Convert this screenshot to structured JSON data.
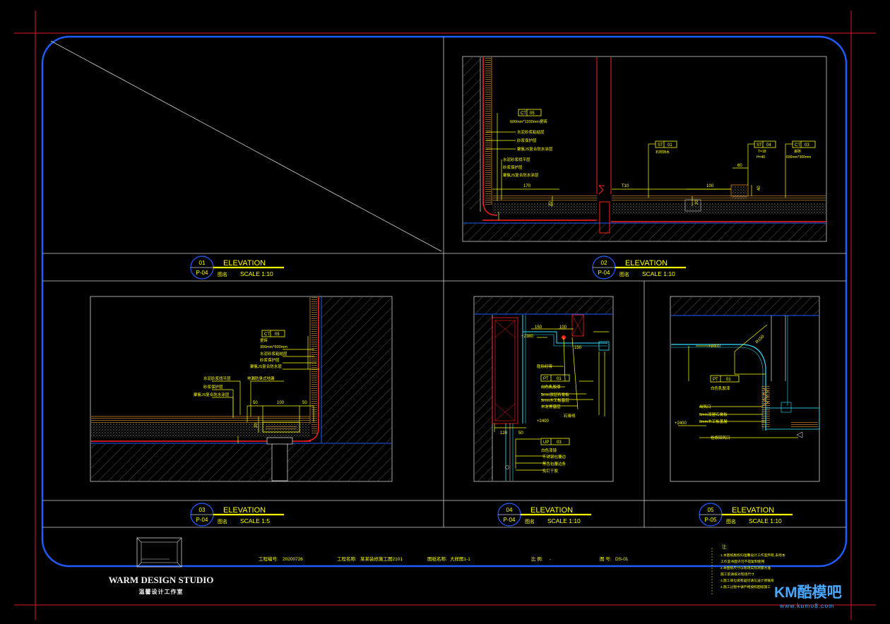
{
  "colors": {
    "background": "#000000",
    "frame_blue": "#1f5cff",
    "grid_white": "#e8e8e8",
    "yellow": "#ffff00",
    "red": "#ff2020",
    "crop_red": "#e0142a",
    "hatch_gray": "#9a9a9a",
    "cyan": "#30e0ff",
    "panel_bg": "#000000"
  },
  "panels": [
    {
      "num": "01",
      "sheet": "P-04",
      "label": "ELEVATION",
      "sub": "图名",
      "scale": "SCALE 1:10"
    },
    {
      "num": "02",
      "sheet": "P-04",
      "label": "ELEVATION",
      "sub": "图名",
      "scale": "SCALE 1:10"
    },
    {
      "num": "03",
      "sheet": "P-04",
      "label": "ELEVATION",
      "sub": "图名",
      "scale": "SCALE 1:5"
    },
    {
      "num": "04",
      "sheet": "P-04",
      "label": "ELEVATION",
      "sub": "图名",
      "scale": "SCALE 1:10"
    },
    {
      "num": "05",
      "sheet": "P-05",
      "label": "ELEVATION",
      "sub": "图名",
      "scale": "SCALE 1:10"
    }
  ],
  "drawing02": {
    "tag_a": {
      "code": "CT",
      "num": "05"
    },
    "tag_a_note": "600mm*1200mm瓷砖",
    "notes_left": [
      "水泥砂浆粘结层",
      "砂浆保护层",
      "聚氨JS复合防水涂层",
      "水泥砂浆找平层",
      "砂浆保护层",
      "聚氨JS复合防水涂层"
    ],
    "tag_b": {
      "code": "ST",
      "num": "01"
    },
    "tag_b_note": "石材挡水",
    "tag_c": {
      "code": "ST",
      "num": "04"
    },
    "tag_c_note": "T=18",
    "tag_c_note2": "H=40",
    "tag_d": {
      "code": "CT",
      "num": "03"
    },
    "tag_d_note": "瓷砖",
    "tag_d_note2": "600mm*300mm",
    "dims": [
      "170",
      "T10",
      "100",
      "20",
      "20",
      "60",
      "40"
    ]
  },
  "drawing03": {
    "tag": {
      "code": "CT",
      "num": "05"
    },
    "notes_right": [
      "瓷砖",
      "300mm*600mm",
      "水泥砂浆粘结层",
      "砂浆保护层",
      "聚氨JS复合防水层"
    ],
    "notes_left": [
      "水泥砂浆找平层",
      "砂浆保护层",
      "聚氨JS复合防水涂层"
    ],
    "drain_note": "地漏防臭式地漏",
    "dims": [
      "50",
      "100",
      "50",
      "20"
    ]
  },
  "drawing04": {
    "tag1": {
      "code": "PT",
      "num": "01"
    },
    "tag1_note": "白色乳胶漆",
    "notes_mid": [
      "9mm双层石膏板",
      "9mm木工板基层",
      "木龙骨基层"
    ],
    "tag2": {
      "code": "UP",
      "num": "03"
    },
    "tag2_note": "白色漆镜",
    "notes_bottom": [
      "不锈钢包覆边",
      "黑色包覆边条",
      "免钉干胶"
    ],
    "side_notes": [
      "隐形灯带",
      "石膏线"
    ],
    "dims": [
      "150",
      "100",
      "150",
      "120",
      "50",
      "+2400",
      "+2380"
    ]
  },
  "drawing05": {
    "tag": {
      "code": "PT",
      "num": "01"
    },
    "tag_note": "白色乳胶漆",
    "notes": [
      "出风口",
      "9mm双层石膏板",
      "9mm木工板基层",
      "检修回风口"
    ],
    "dims": [
      "R150",
      "+2400",
      "+2400"
    ]
  },
  "title_block": {
    "studio_name": "WARM DESIGN STUDIO",
    "studio_cn": "温馨设计工作室",
    "fields": [
      {
        "label": "工程编号:",
        "value": "20200726"
      },
      {
        "label": "工程名称:",
        "value": "某某装修施工图2101"
      },
      {
        "label": "图纸名称:",
        "value": "大样图1-1"
      },
      {
        "label": "比  例:",
        "value": "-"
      },
      {
        "label": "图  号:",
        "value": "DS-01"
      }
    ],
    "notes_title": "注:",
    "notes": [
      "1.本图纸版权归温馨设计工作室所有,未经本",
      "  工作室书面许可不得复制使用",
      "2.本图纸尺寸以现场实际测量为准",
      "  施工前请核对现场尺寸",
      "3.施工单位如有疑问请与设计师联系",
      "4.施工过程中请严格按照图纸施工"
    ]
  },
  "watermark": {
    "brand": "KM酷模吧",
    "url": "www.kumo8.com"
  }
}
